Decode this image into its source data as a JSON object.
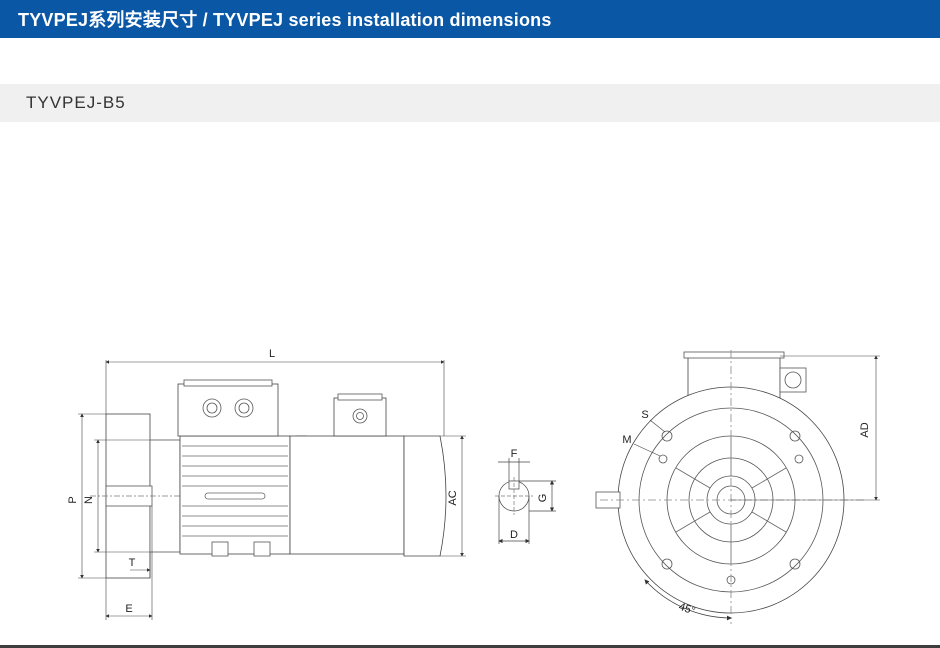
{
  "header": {
    "title": "TYVPEJ系列安装尺寸 /  TYVPEJ series installation dimensions",
    "background_color": "#0a57a6"
  },
  "subheader": {
    "model": "TYVPEJ-B5",
    "background_color": "#f0f0f0"
  },
  "side_view": {
    "labels": {
      "L": "L",
      "P": "P",
      "N": "N",
      "T": "T",
      "E": "E",
      "AC": "AC"
    }
  },
  "shaft_section": {
    "labels": {
      "F": "F",
      "G": "G",
      "D": "D"
    }
  },
  "end_view": {
    "labels": {
      "S": "S",
      "M": "M",
      "AD": "AD",
      "angle": "45°"
    }
  }
}
